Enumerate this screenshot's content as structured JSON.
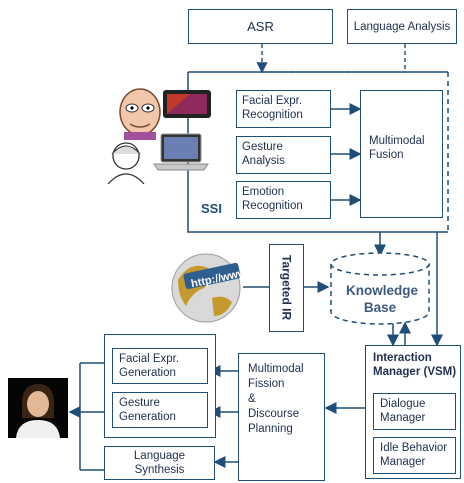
{
  "nodes": {
    "asr": "ASR",
    "language_analysis": "Language Analysis",
    "facial_expr_recognition": "Facial Expr.\nRecognition",
    "gesture_analysis": "Gesture\nAnalysis",
    "emotion_recognition": "Emotion\nRecognition",
    "multimodal_fusion": "Multimodal\nFusion",
    "ssi": "SSI",
    "targeted_ir": "Targeted IR",
    "knowledge_base": "Knowledge\nBase",
    "interaction_manager": "Interaction\nManager (VSM)",
    "dialogue_manager": "Dialogue\nManager",
    "idle_behavior_manager": "Idle Behavior\nManager",
    "multimodal_fission": "Multimodal\nFission\n&\nDiscourse\nPlanning",
    "facial_expr_generation": "Facial Expr.\nGeneration",
    "gesture_generation": "Gesture\nGeneration",
    "language_synthesis": "Language\nSynthesis"
  },
  "images": {
    "elderly_man": "elderly-man-cartoon",
    "elderly_woman": "elderly-woman-sketch",
    "tablet": "tablet-device",
    "laptop": "laptop-computer",
    "globe": "globe-http-www",
    "avatar": "virtual-agent-avatar"
  },
  "colors": {
    "border": "#1f4e79",
    "text": "#1f2f4f",
    "kb_text": "#3c5a80"
  }
}
